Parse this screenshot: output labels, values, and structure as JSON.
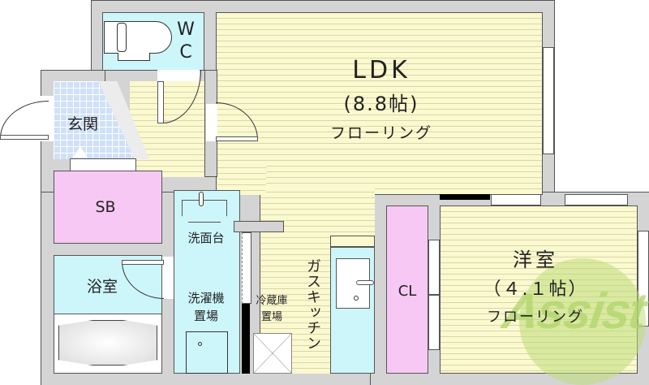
{
  "floor_plan": {
    "rooms": {
      "ldk": {
        "name": "LDK",
        "size": "(8.8帖)",
        "floor": "フローリング"
      },
      "western_room": {
        "name": "洋室",
        "size": "（４.１帖）",
        "floor": "フローリング"
      },
      "wc": {
        "line1": "W",
        "line2": "C"
      },
      "entrance": {
        "name": "玄関"
      },
      "shoe_box": {
        "name": "SB"
      },
      "bathroom": {
        "name": "浴室"
      },
      "washstand": {
        "name": "洗面台"
      },
      "washer_space": {
        "line1": "洗濯機",
        "line2": "置場"
      },
      "fridge_space": {
        "line1": "冷蔵庫",
        "line2": "置場"
      },
      "gas_kitchen": {
        "name": "ガスキッチン"
      },
      "closet": {
        "name": "CL"
      }
    },
    "watermark": {
      "text": "Assist"
    },
    "colors": {
      "wall": "#d4d4d4",
      "flooring": "#fbf9cf",
      "wet_area": "#cdf6fb",
      "storage": "#f7c8f4",
      "entrance_tile": "#cfe0f8",
      "watermark": "#afd46e"
    }
  }
}
